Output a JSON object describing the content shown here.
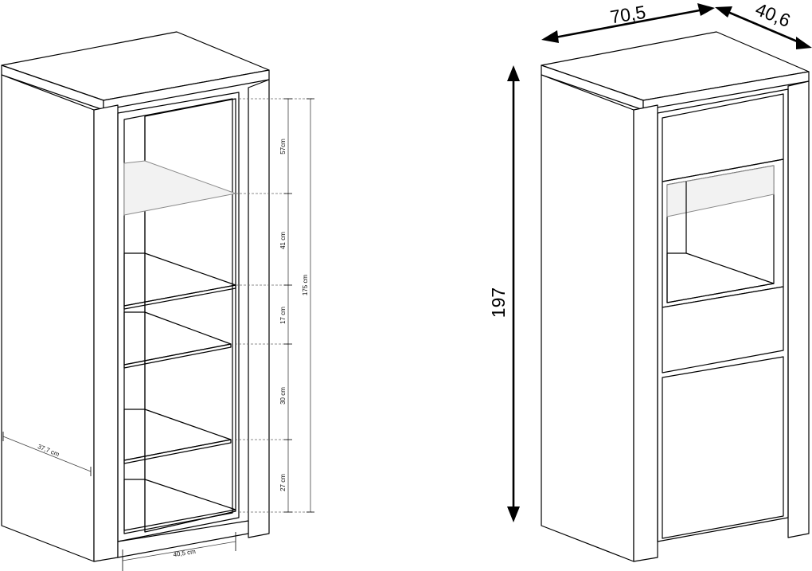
{
  "left_view": {
    "shelf_gaps": [
      "57cm",
      "41 cm",
      "17 cm",
      "30 cm",
      "27 cm"
    ],
    "inner_height": "175 cm",
    "depth": "37,7 cm",
    "inner_width": "40,5 cm"
  },
  "right_view": {
    "width": "70,5",
    "depth": "40,6",
    "height": "197"
  }
}
